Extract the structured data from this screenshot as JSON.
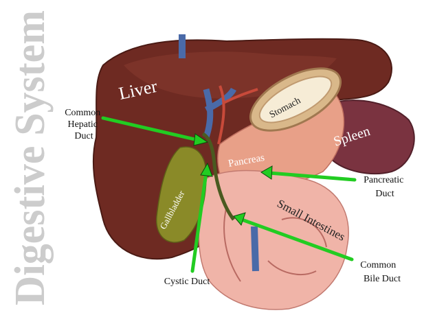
{
  "title": "Digestive System",
  "organs": {
    "liver": "Liver",
    "stomach": "Stomach",
    "spleen": "Spleen",
    "pancreas": "Pancreas",
    "gallbladder": "Gallbladder",
    "small_intestines": "Small Intestines"
  },
  "callouts": {
    "common_hepatic_duct": [
      "Common",
      "Hepatic",
      "Duct"
    ],
    "pancreatic_duct": [
      "Pancreatic",
      "Duct"
    ],
    "common_bile_duct": [
      "Common",
      "Bile Duct"
    ],
    "cystic_duct": [
      "Cystic Duct"
    ]
  },
  "colors": {
    "arrow": "#22cc22",
    "liver": "#6e2a22",
    "spleen": "#7a3340",
    "watermark": "#cccccc"
  }
}
